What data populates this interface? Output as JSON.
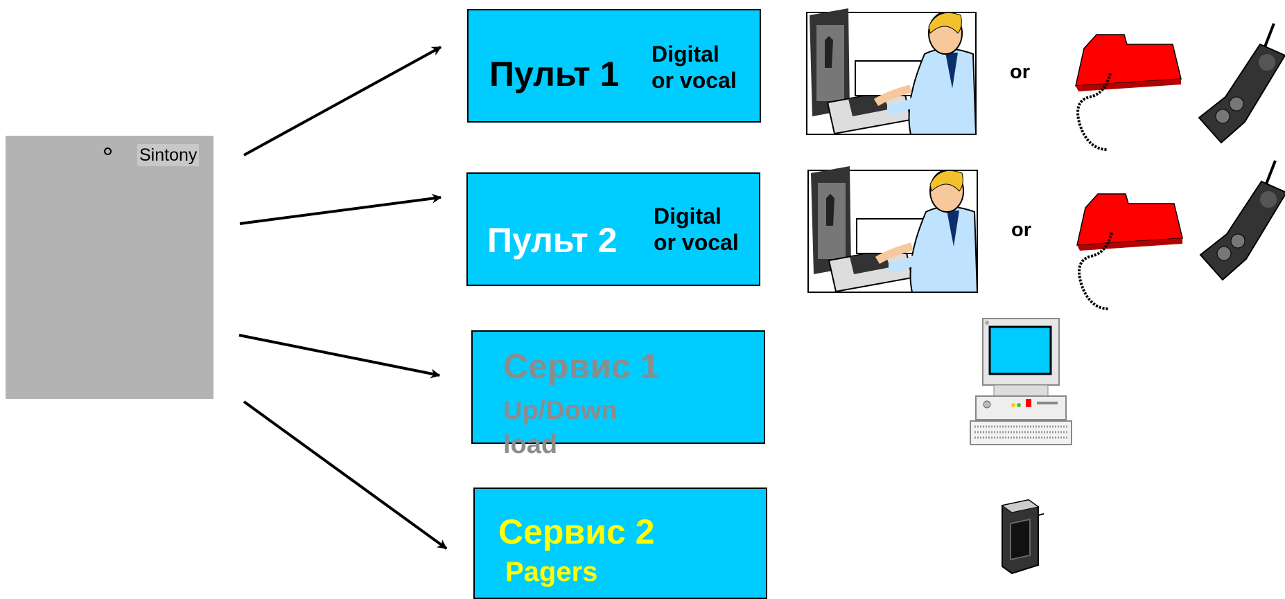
{
  "source": {
    "label": "Sintony"
  },
  "boxes": [
    {
      "title": "Пульт 1",
      "note_line1": "Digital",
      "note_line2": "or vocal",
      "title_color": "#000000",
      "note_color": "#000000"
    },
    {
      "title": "Пульт 2",
      "note_line1": "Digital",
      "note_line2": "or vocal",
      "title_color": "#ffffff",
      "note_color": "#000000"
    },
    {
      "title": "Сервис 1",
      "sub_line1": "Up/Down",
      "sub_line2": "load",
      "color": "#8c8c8c"
    },
    {
      "title": "Сервис 2",
      "sub_line1": "Pagers",
      "color": "#ffff00"
    }
  ],
  "or_text": "or",
  "colors": {
    "box_fill": "#00ccff",
    "source_fill": "#b3b3b3",
    "phone_red": "#ff0000"
  },
  "icons": [
    "operator-at-computer-icon",
    "desk-phone-icon",
    "mobile-phone-icon",
    "desktop-computer-icon",
    "pager-icon"
  ]
}
